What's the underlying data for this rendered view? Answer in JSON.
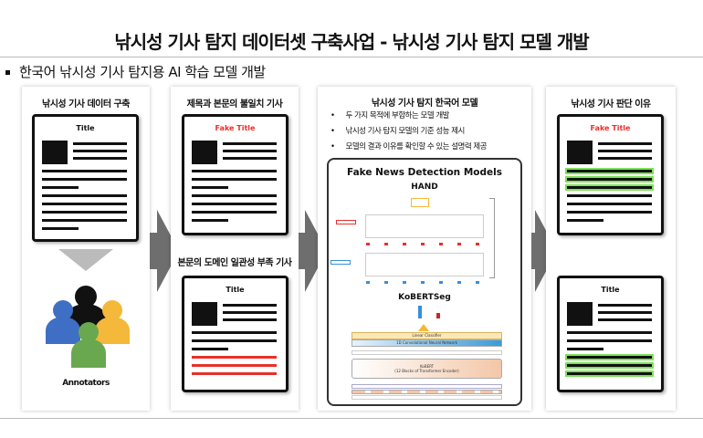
{
  "header": {
    "title": "낚시성 기사 탐지 데이터셋 구축사업 - 낚시성 기사 탐지 모델 개발"
  },
  "subtitle": "한국어 낚시성 기사 탐지용 AI 학습 모델 개발",
  "panel1": {
    "heading": "낚시성 기사 데이터 구축",
    "doc_title": "Title",
    "annotators": "Annotators"
  },
  "panel2": {
    "heading": "제목과 본문의 불일치 기사",
    "doc_title": "Fake Title",
    "heading2": "본문의 도메인 일관성 부족 기사",
    "doc2_title": "Title"
  },
  "panel3": {
    "heading": "낚시성 기사 탐지 한국어 모델",
    "points": [
      "두 가지 목적에 부합하는 모델 개발",
      "낚시성 기사 탐지 모델의 기준 성능 제시",
      "모델의 결과 이유를 확인할 수 있는 설명력 제공"
    ],
    "figure": {
      "title": "Fake News Detection Models",
      "model1": "HAND",
      "model2": "KoBERTSeg",
      "linear": "Linear Classifier",
      "cnn": "1D Convolutional Neural Network",
      "kobert": "KoBERT",
      "kobert_sub": "(12 Blocks of Transformer Encoder)"
    }
  },
  "panel4": {
    "heading": "낚시성 기사 판단 이유",
    "doc_title": "Fake Title",
    "doc2_title": "Title"
  },
  "colors": {
    "red": "#e8302a",
    "green": "#7ee05a",
    "arrow": "#6e6e6e"
  }
}
